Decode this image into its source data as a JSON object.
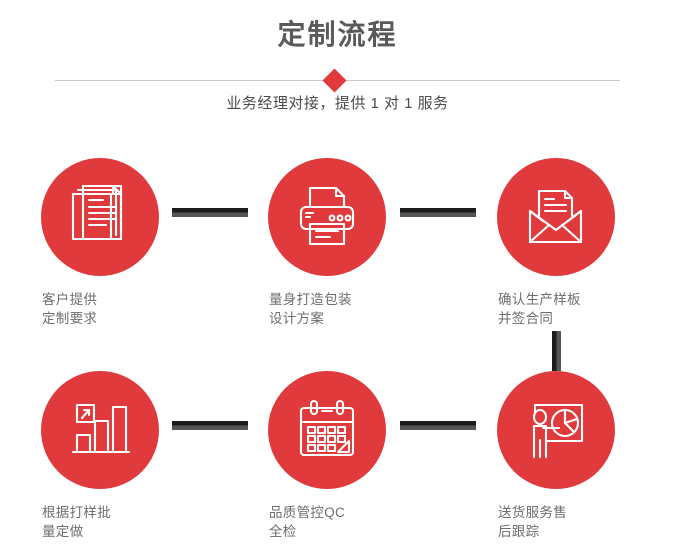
{
  "header": {
    "title": "定制流程",
    "subtitle": "业务经理对接，提供 1 对 1 服务",
    "accent_color": "#e03a3c",
    "divider_color": "#c9c9c9",
    "title_color": "#5a5a5a",
    "diamond_icon": "diamond-marker"
  },
  "flow": {
    "connector_color": "#1c1c1c",
    "circle_color": "#e03a3c",
    "label_color": "#6e6e6e",
    "steps": [
      {
        "index": "1",
        "icon": "documents-stack-icon",
        "line1": "客户提供",
        "line2": "定制要求"
      },
      {
        "index": "2",
        "icon": "printer-icon",
        "line1": "量身打造包装",
        "line2": "设计方案"
      },
      {
        "index": "3",
        "icon": "envelope-letter-icon",
        "line1": "确认生产样板",
        "line2": "并签合同"
      },
      {
        "index": "4",
        "icon": "bar-chart-growth-icon",
        "line1": "根据打样批",
        "line2": "量定做"
      },
      {
        "index": "5",
        "icon": "calendar-icon",
        "line1": "品质管控QC",
        "line2": "全检"
      },
      {
        "index": "6",
        "icon": "presenter-pie-chart-icon",
        "line1": "送货服务售",
        "line2": "后跟踪"
      }
    ],
    "connectors": [
      {
        "id": "1",
        "orientation": "horizontal"
      },
      {
        "id": "2",
        "orientation": "horizontal"
      },
      {
        "id": "3",
        "orientation": "horizontal"
      },
      {
        "id": "4",
        "orientation": "horizontal"
      },
      {
        "id": "5",
        "orientation": "vertical"
      }
    ]
  }
}
